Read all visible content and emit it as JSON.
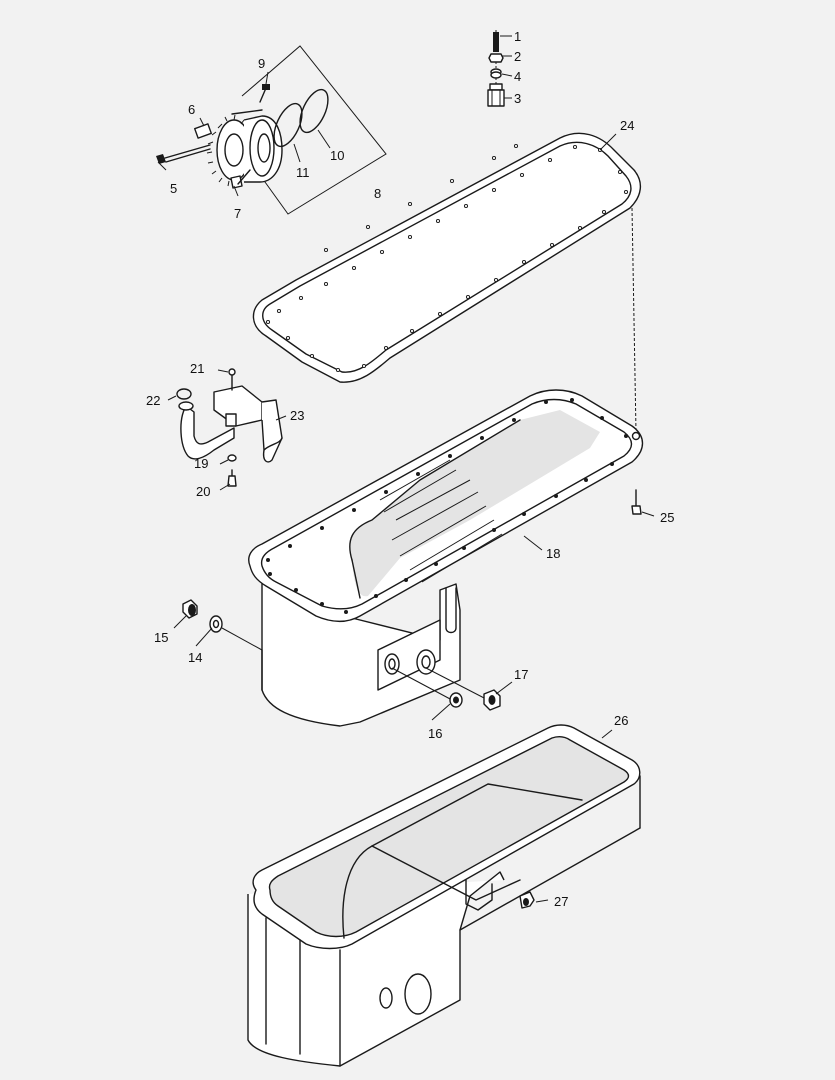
{
  "diagram": {
    "callouts": [
      "1",
      "2",
      "3",
      "4",
      "5",
      "6",
      "7",
      "8",
      "9",
      "10",
      "11",
      "14",
      "15",
      "16",
      "17",
      "18",
      "19",
      "20",
      "21",
      "22",
      "23",
      "24",
      "25",
      "26",
      "27"
    ]
  }
}
